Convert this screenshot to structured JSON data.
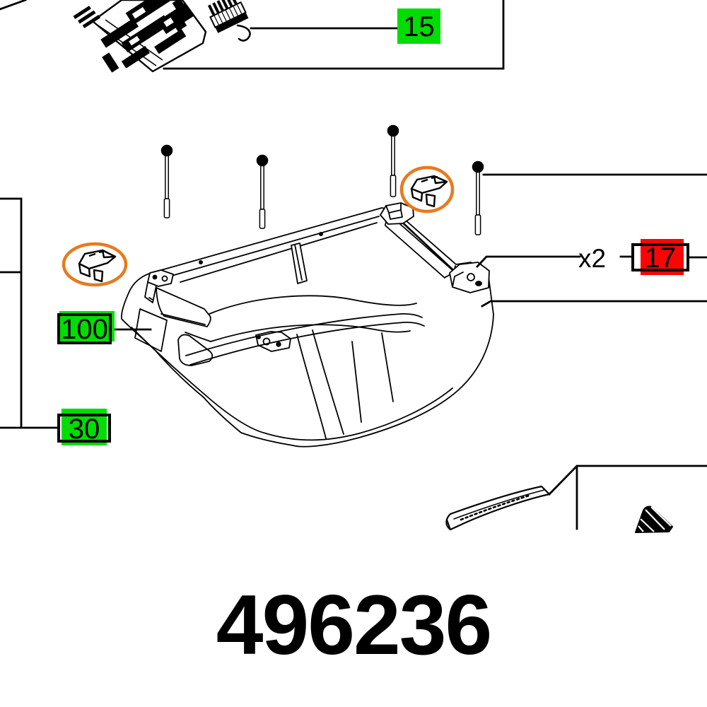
{
  "diagram": {
    "part_number": "496236",
    "callouts": {
      "c15": {
        "text": "15"
      },
      "c17": {
        "text": "17",
        "quantity": "x2"
      },
      "c100": {
        "text": "100"
      },
      "c30": {
        "text": "30"
      }
    },
    "colors": {
      "highlight_green": "#00dd00",
      "highlight_red": "#fa0505",
      "selection_orange": "#e87a1e",
      "line_black": "#000000",
      "background": "#ffffff"
    },
    "parts": {
      "circuit_board": "pcb-assembly",
      "connector": "connector-with-cable",
      "screws": "fixing-screw",
      "clips": "latch-clip",
      "housing": "housing-top-cover",
      "strip": "cover-strip",
      "corner_part": "corner-insert"
    }
  }
}
